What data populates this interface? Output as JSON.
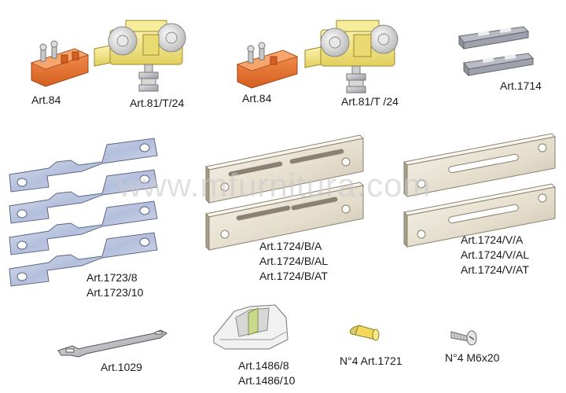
{
  "watermark": "www.mfurnitura.com",
  "labels": {
    "art84_a": "Art.84",
    "art81_a": "Art.81/T/24",
    "art84_b": "Art.84",
    "art81_b": "Art.81/T /24",
    "art1714": "Art.1714",
    "art1723_1": "Art.1723/8",
    "art1723_2": "Art.1723/10",
    "art1724b_1": "Art.1724/B/A",
    "art1724b_2": "Art.1724/B/AL",
    "art1724b_3": "Art.1724/B/AT",
    "art1724v_1": "Art.1724/V/A",
    "art1724v_2": "Art.1724/V/AL",
    "art1724v_3": "Art.1724/V/AT",
    "art1029": "Art.1029",
    "art1486_1": "Art.1486/8",
    "art1486_2": "Art.1486/10",
    "art1721": "N°4 Art.1721",
    "m6x20": "N°4 M6x20"
  },
  "colors": {
    "orange": "#e8702a",
    "orange_dark": "#b9501a",
    "yellow": "#f2e27a",
    "yellow_dark": "#b8a23a",
    "steel_light": "#eef0f4",
    "steel_blue": "#a9b6d6",
    "steel_dark": "#6c7690",
    "beige_light": "#f6f1e6",
    "beige_dark": "#b8ad98"
  }
}
